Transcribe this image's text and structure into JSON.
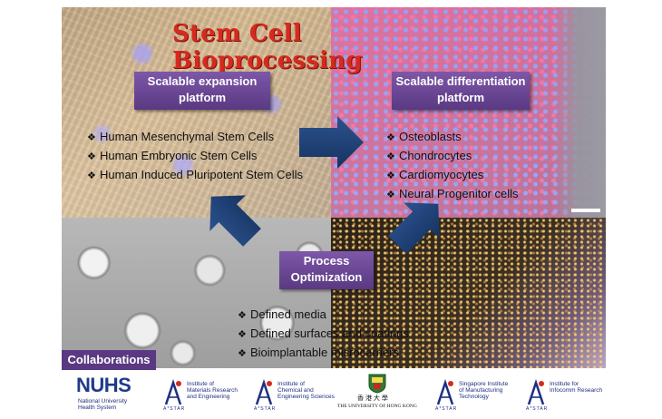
{
  "title": "Stem Cell Bioprocessing",
  "expansion": {
    "label": "Scalable expansion platform",
    "items": [
      "Human Mesenchymal Stem Cells",
      "Human Embryonic Stem Cells",
      "Human Induced Pluripotent Stem Cells"
    ]
  },
  "differentiation": {
    "label": "Scalable differentiation platform",
    "items": [
      "Osteoblasts",
      "Chondrocytes",
      "Cardiomyocytes",
      "Neural Progenitor cells"
    ]
  },
  "process": {
    "label": "Process Optimization",
    "items": [
      "Defined media",
      "Defined surfaces and coatings",
      "Bioimplantable microcarriers"
    ]
  },
  "bullet_glyph": "❖",
  "collaborations_label": "Collaborations",
  "logos": {
    "nuhs": {
      "name": "NUHS",
      "sub": [
        "National University",
        "Health System"
      ]
    },
    "imre": {
      "lines": [
        "Institute of",
        "Materials Research",
        "and Engineering"
      ],
      "foot": "A*STAR"
    },
    "ices": {
      "lines": [
        "Institute of",
        "Chemical and",
        "Engineering Sciences"
      ],
      "foot": "A*STAR"
    },
    "hku": {
      "chinese": "香 港 大 學",
      "english": "THE UNIVERSITY OF HONG KONG"
    },
    "simtech": {
      "lines": [
        "Singapore Institute",
        "of Manufacturing",
        "Technology"
      ],
      "foot": "A*STAR"
    },
    "i2r": {
      "lines": [
        "Institute for",
        "Infocomm Research"
      ],
      "foot": "A*STAR"
    }
  },
  "colors": {
    "title": "#d62a1e",
    "box": "#5a3982",
    "arrow": "#1f3f73"
  }
}
